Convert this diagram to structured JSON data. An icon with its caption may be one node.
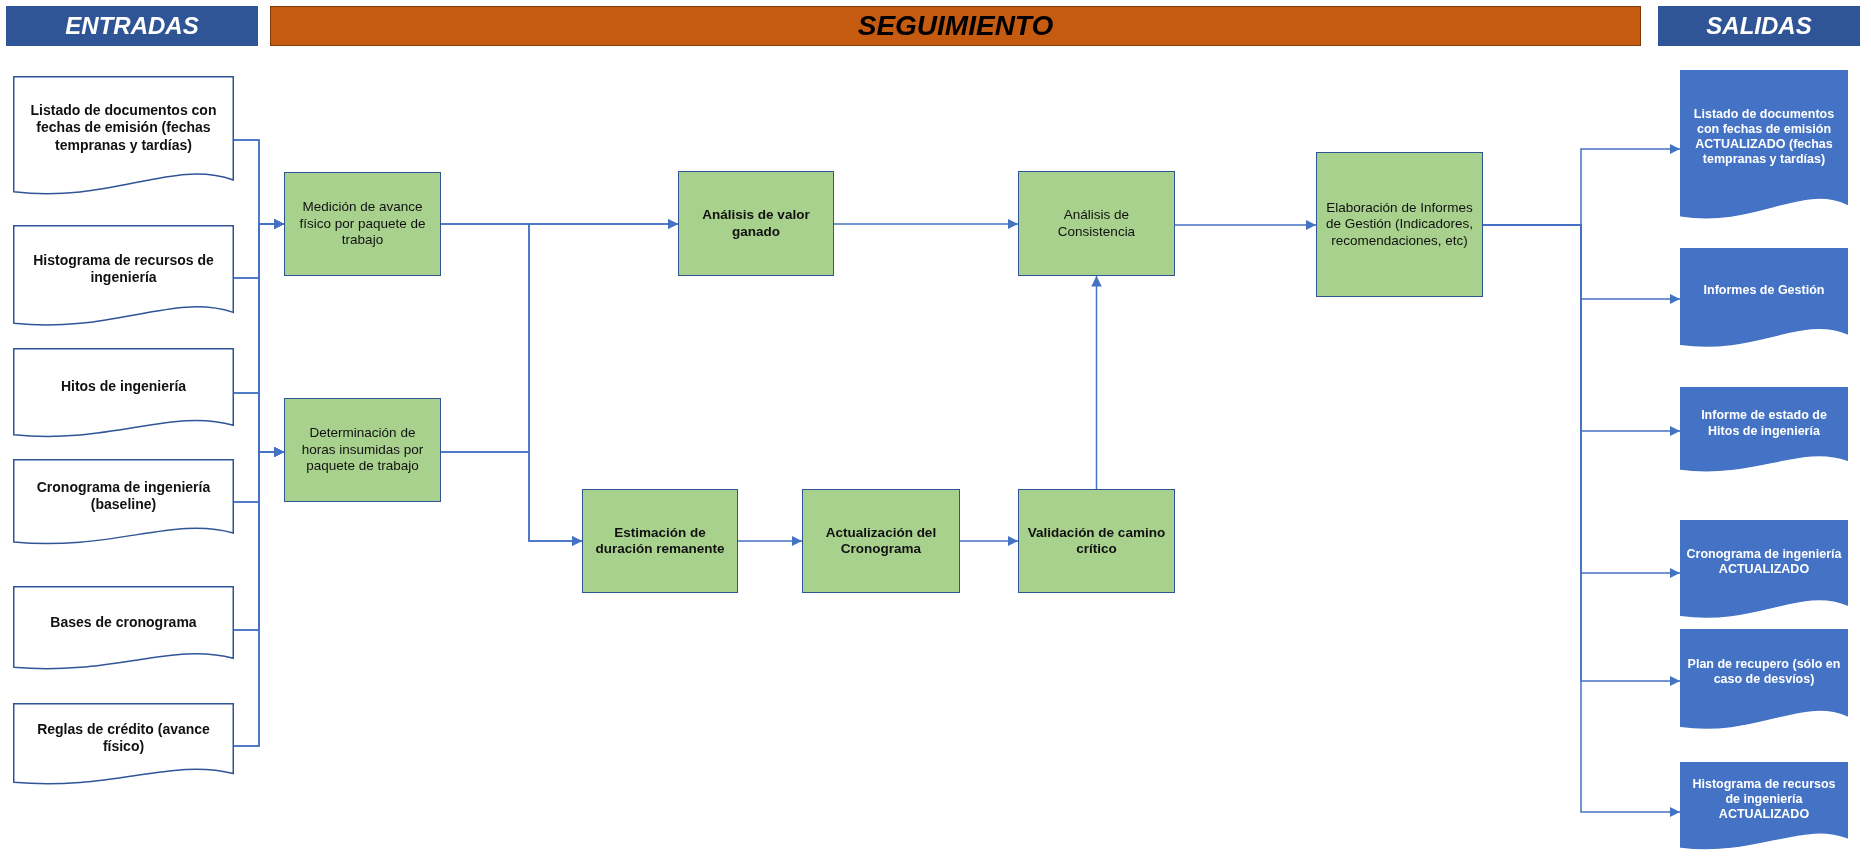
{
  "diagram": {
    "nodes": [
      {
        "text": [
          "ENTRADAS"
        ]
      },
      {
        "text": [
          "SEGUIMIENTO"
        ]
      },
      {
        "text": [
          "SALIDAS"
        ]
      },
      {
        "text": [
          "Listado de documentos con fechas de emisión (fechas tempranas y tardías)"
        ]
      },
      {
        "text": [
          "Histograma de recursos de ingeniería"
        ]
      },
      {
        "text": [
          "Hitos de ingeniería"
        ]
      },
      {
        "text": [
          "Cronograma de ingeniería (baseline)"
        ]
      },
      {
        "text": [
          "Bases de cronograma"
        ]
      },
      {
        "text": [
          "Reglas de crédito (avance físico)"
        ]
      },
      {
        "text": [
          "Medición de avance físico por paquete de trabajo"
        ]
      },
      {
        "text": [
          "Determinación de horas insumidas por paquete de trabajo"
        ]
      },
      {
        "text": [
          "Análisis de valor ganado"
        ]
      },
      {
        "text": [
          "Estimación de duración remanente"
        ]
      },
      {
        "text": [
          "Actualización del Cronograma"
        ]
      },
      {
        "text": [
          "Validación de camino crítico"
        ]
      },
      {
        "text": [
          "Análisis de Consistencia"
        ]
      },
      {
        "text": [
          "Elaboración de Informes de Gestión (Indicadores, recomendaciones, etc)"
        ]
      },
      {
        "text": [
          "Listado de documentos con fechas de emisión ACTUALIZADO (fechas tempranas y tardías)"
        ]
      },
      {
        "text": [
          "Informes de Gestión"
        ]
      },
      {
        "text": [
          "Informe de estado de Hitos de ingeniería"
        ]
      },
      {
        "text": [
          "Cronograma de ingeniería ACTUALIZADO"
        ]
      },
      {
        "text": [
          "Plan de recupero (sólo en caso de desvíos)"
        ]
      },
      {
        "text": [
          "Histograma de recursos de ingeniería ACTUALIZADO"
        ]
      }
    ],
    "edges": [
      {
        "from": 3,
        "to": 9,
        "arrow": "to"
      },
      {
        "from": 3,
        "to": 10,
        "arrow": "to"
      },
      {
        "from": 4,
        "to": 9,
        "arrow": "to"
      },
      {
        "from": 4,
        "to": 10,
        "arrow": "to"
      },
      {
        "from": 5,
        "to": 9,
        "arrow": "to"
      },
      {
        "from": 5,
        "to": 10,
        "arrow": "to"
      },
      {
        "from": 6,
        "to": 9,
        "arrow": "to"
      },
      {
        "from": 6,
        "to": 10,
        "arrow": "to"
      },
      {
        "from": 7,
        "to": 9,
        "arrow": "to"
      },
      {
        "from": 7,
        "to": 10,
        "arrow": "to"
      },
      {
        "from": 8,
        "to": 9,
        "arrow": "to"
      },
      {
        "from": 8,
        "to": 10,
        "arrow": "to"
      },
      {
        "from": 9,
        "to": 11,
        "arrow": "to"
      },
      {
        "from": 9,
        "to": 12,
        "arrow": "to"
      },
      {
        "from": 10,
        "to": 11,
        "arrow": "to"
      },
      {
        "from": 10,
        "to": 12,
        "arrow": "to"
      },
      {
        "from": 11,
        "to": 15,
        "arrow": "to"
      },
      {
        "from": 12,
        "to": 13,
        "arrow": "to"
      },
      {
        "from": 13,
        "to": 14,
        "arrow": "to"
      },
      {
        "from": 14,
        "to": 15,
        "arrow": "to"
      },
      {
        "from": 15,
        "to": 16,
        "arrow": "to"
      },
      {
        "from": 16,
        "to": 17,
        "arrow": "to"
      },
      {
        "from": 16,
        "to": 18,
        "arrow": "to"
      },
      {
        "from": 16,
        "to": 19,
        "arrow": "to"
      },
      {
        "from": 16,
        "to": 20,
        "arrow": "to"
      },
      {
        "from": 16,
        "to": 21,
        "arrow": "to"
      },
      {
        "from": 16,
        "to": 22,
        "arrow": "to"
      }
    ]
  }
}
